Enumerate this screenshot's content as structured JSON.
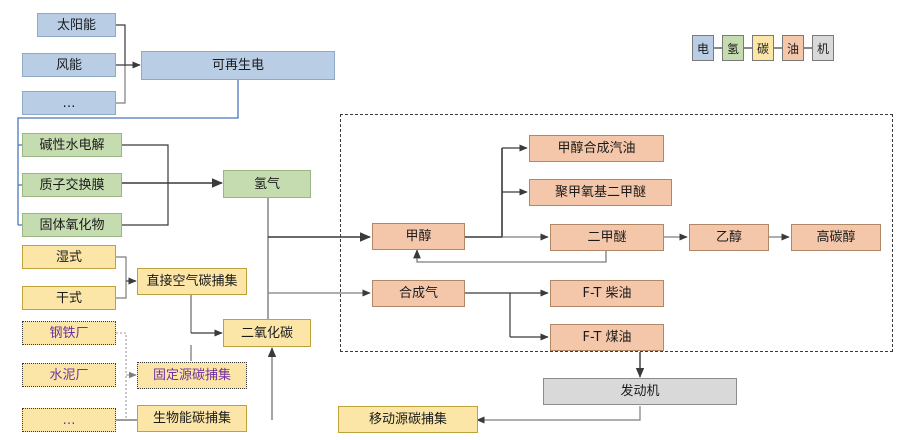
{
  "diagram": {
    "title": "Power-to-X carbon and hydrogen pathway flowchart",
    "legend": {
      "name": "category-legend",
      "items": [
        {
          "label": "电",
          "color": "#b9cde5",
          "category": "electricity"
        },
        {
          "label": "氢",
          "color": "#c5dcb0",
          "category": "hydrogen"
        },
        {
          "label": "碳",
          "color": "#fbe6a8",
          "category": "carbon"
        },
        {
          "label": "油",
          "color": "#f4c7ab",
          "category": "fuel"
        },
        {
          "label": "机",
          "color": "#d9d9d9",
          "category": "machine"
        }
      ]
    },
    "nodes": {
      "solar": "太阳能",
      "wind": "风能",
      "etc_power": "…",
      "renewable_power": "可再生电",
      "alkaline": "碱性水电解",
      "pem": "质子交换膜",
      "soec": "固体氧化物",
      "hydrogen": "氢气",
      "wet": "湿式",
      "dry": "干式",
      "dac": "直接空气碳捕集",
      "steel_plant": "钢铁厂",
      "cement_plant": "水泥厂",
      "etc_source": "…",
      "point_source_capture": "固定源碳捕集",
      "beccs": "生物能碳捕集",
      "co2": "二氧化碳",
      "methanol": "甲醇",
      "syngas": "合成气",
      "mtg": "甲醇合成汽油",
      "pode": "聚甲氧基二甲醚",
      "dme": "二甲醚",
      "ethanol": "乙醇",
      "higher_alcohol": "高碳醇",
      "ft_diesel": "F-T 柴油",
      "ft_kerosene": "F-T 煤油",
      "engine": "发动机",
      "mobile_capture": "移动源碳捕集"
    }
  }
}
